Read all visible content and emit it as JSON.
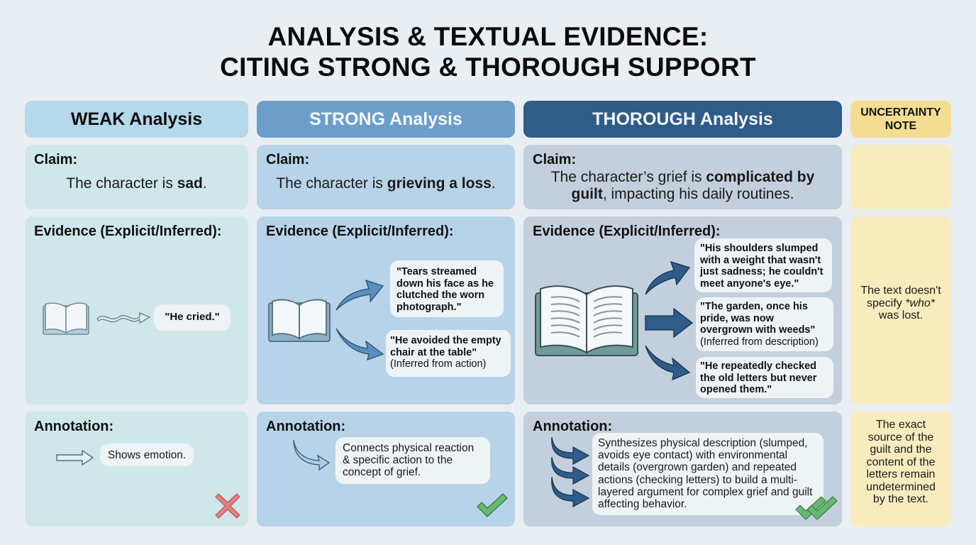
{
  "title": {
    "line1": "ANALYSIS & TEXTUAL EVIDENCE:",
    "line2": "CITING STRONG & THOROUGH SUPPORT"
  },
  "colors": {
    "background": "#e9eef2",
    "weak_header": "#b5d8ea",
    "weak_panel": "#cfe7e9",
    "strong_header": "#6c9ec9",
    "strong_panel": "#b7d3e8",
    "thorough_header": "#2f5c88",
    "thorough_panel": "#c3cfdc",
    "note_header": "#f3dd91",
    "note_panel": "#f8ecbe",
    "cross": "#e07070",
    "check": "#5fae6a"
  },
  "columns": {
    "weak": {
      "header": "WEAK Analysis",
      "claim_label": "Claim:",
      "claim_pre": "The character is ",
      "claim_bold": "sad",
      "claim_post": ".",
      "evidence_label": "Evidence (Explicit/Inferred):",
      "evidence": [
        {
          "quote": "\"He cried.\""
        }
      ],
      "annotation_label": "Annotation:",
      "annotation": "Shows emotion.",
      "verdict_icon": "cross-icon"
    },
    "strong": {
      "header": "STRONG Analysis",
      "claim_label": "Claim:",
      "claim_pre": "The character is ",
      "claim_bold": "grieving a loss",
      "claim_post": ".",
      "evidence_label": "Evidence (Explicit/Inferred):",
      "evidence": [
        {
          "quote": "\"Tears streamed down his face as he clutched the worn photograph.\""
        },
        {
          "quote": "\"He avoided the empty chair at the table\"",
          "note": "(Inferred from action)"
        }
      ],
      "annotation_label": "Annotation:",
      "annotation": "Connects physical reaction & specific action to the concept of grief.",
      "verdict_icon": "check-icon"
    },
    "thorough": {
      "header": "THOROUGH Analysis",
      "claim_label": "Claim:",
      "claim_pre": "The character’s grief is ",
      "claim_bold": "complicated by guilt",
      "claim_post": ", impacting his daily routines.",
      "evidence_label": "Evidence (Explicit/Inferred):",
      "evidence": [
        {
          "quote": "\"His shoulders slumped with a weight that wasn't just sadness; he couldn't meet anyone's eye.\""
        },
        {
          "quote": "\"The garden, once his pride, was now overgrown with weeds\"",
          "note": "(Inferred from description)"
        },
        {
          "quote": "\"He repeatedly checked the old letters but never opened them.\""
        }
      ],
      "annotation_label": "Annotation:",
      "annotation": "Synthesizes physical description (slumped, avoids eye contact) with environmental details (overgrown garden) and repeated actions (checking letters) to build a multi-layered argument for complex grief and guilt affecting behavior.",
      "verdict_icon": "double-check-icon"
    },
    "note": {
      "header": "UNCERTAINTY NOTE",
      "claim_note": "",
      "evidence_note_pre": "The text doesn't specify ",
      "evidence_note_em": "*who*",
      "evidence_note_post": " was lost.",
      "annotation_note": "The exact source of the guilt and the content of the letters remain undetermined by the text."
    }
  }
}
